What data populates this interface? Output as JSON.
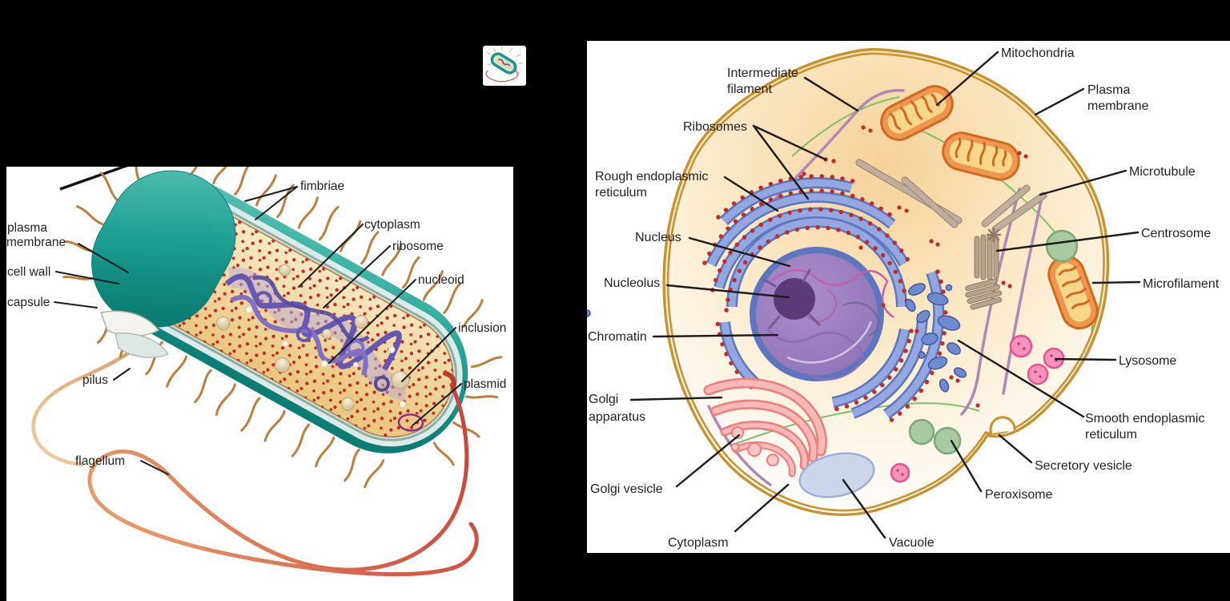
{
  "page": {
    "background": "#000000"
  },
  "thumbnail": {
    "icon": "mini-prokaryote-cell-icon"
  },
  "left_panel": {
    "labels": {
      "fimbriae": "fimbriae",
      "cytoplasm": "cytoplasm",
      "ribosome": "ribosome",
      "nucleoid": "nucleoid",
      "inclusion": "inclusion",
      "plasmid": "plasmid",
      "plasma_membrane_1": "plasma",
      "plasma_membrane_2": "membrane",
      "cell_wall": "cell wall",
      "capsule": "capsule",
      "pilus": "pilus",
      "flagellum": "flagellum"
    },
    "colors": {
      "capsule_teal": "#1d9e93",
      "cytoplasm_tan": "#f2dba6",
      "ribosome_red": "#c1272d",
      "nucleoid_purple": "#6757b5",
      "flagellum_red": "#cf5240",
      "fimbriae_brown": "#bd7e3e",
      "label_text": "#231f20"
    }
  },
  "right_panel": {
    "labels": {
      "intermediate_filament_1": "Intermediate",
      "intermediate_filament_2": "filament",
      "ribosomes": "Ribosomes",
      "rough_er_1": "Rough endoplasmic",
      "rough_er_2": "reticulum",
      "nucleus": "Nucleus",
      "nucleolus": "Nucleolus",
      "chromatin": "Chromatin",
      "golgi_apparatus_1": "Golgi",
      "golgi_apparatus_2": "apparatus",
      "golgi_vesicle": "Golgi vesicle",
      "cytoplasm": "Cytoplasm",
      "vacuole": "Vacuole",
      "mitochondria": "Mitochondria",
      "plasma_membrane_1": "Plasma",
      "plasma_membrane_2": "membrane",
      "microtubule": "Microtubule",
      "centrosome": "Centrosome",
      "microfilament": "Microfilament",
      "lysosome": "Lysosome",
      "smooth_er_1": "Smooth endoplasmic",
      "smooth_er_2": "reticulum",
      "secretory_vesicle": "Secretory vesicle",
      "peroxisome": "Peroxisome"
    },
    "colors": {
      "membrane_gold": "#c8922f",
      "cytosol_warm": "#f7d79e",
      "nucleus_purple": "#9477bd",
      "nucleolus_purple": "#5b3a78",
      "er_blue": "#8b9fd9",
      "ribosome_red": "#c32a2a",
      "golgi_pink": "#ee7d7d",
      "lysosome_pink": "#f06ba8",
      "peroxisome_green": "#a8caa0",
      "vacuole_blue": "#ccd6ea",
      "mitochondria_orange": "#e8803c",
      "microfilament_green": "#7cc269",
      "intermediate_filament_purple": "#b087b7",
      "microtubule_gray": "#c2b2a2",
      "label_text": "#231f20"
    }
  }
}
